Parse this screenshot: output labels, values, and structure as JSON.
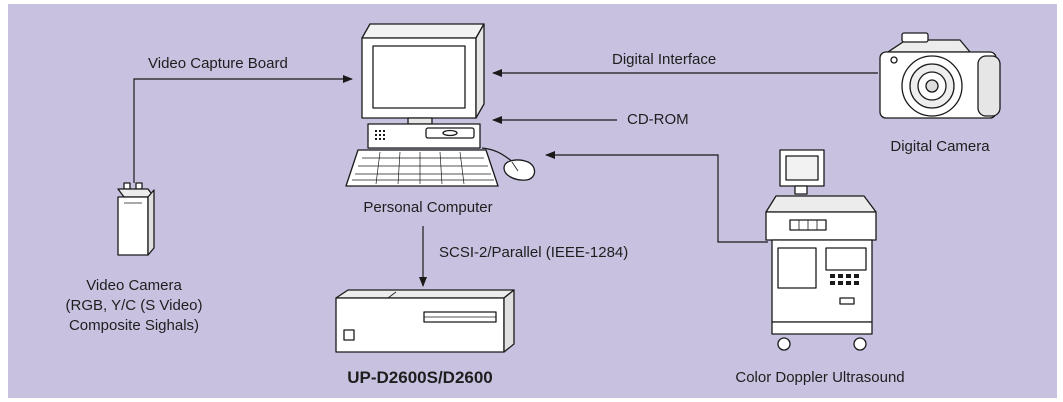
{
  "diagram": {
    "colors": {
      "background": "#c8c2e0",
      "line": "#1a1a1a",
      "device_fill": "#ffffff"
    },
    "nodes": {
      "personal_computer": {
        "label": "Personal Computer",
        "icon": "desktop-computer-icon"
      },
      "digital_camera": {
        "label": "Digital Camera",
        "icon": "digital-camera-icon"
      },
      "video_camera": {
        "label": "Video Camera",
        "sublabel_1": "(RGB, Y/C (S Video)",
        "sublabel_2": "Composite Sighals)",
        "icon": "video-camera-icon"
      },
      "printer": {
        "label": "UP-D2600S/D2600",
        "icon": "printer-icon"
      },
      "ultrasound": {
        "label": "Color Doppler Ultrasound",
        "icon": "ultrasound-machine-icon"
      }
    },
    "connections": {
      "video_capture": "Video Capture Board",
      "digital_interface": "Digital Interface",
      "cd_rom": "CD-ROM",
      "scsi": "SCSI-2/Parallel (IEEE-1284)"
    }
  }
}
